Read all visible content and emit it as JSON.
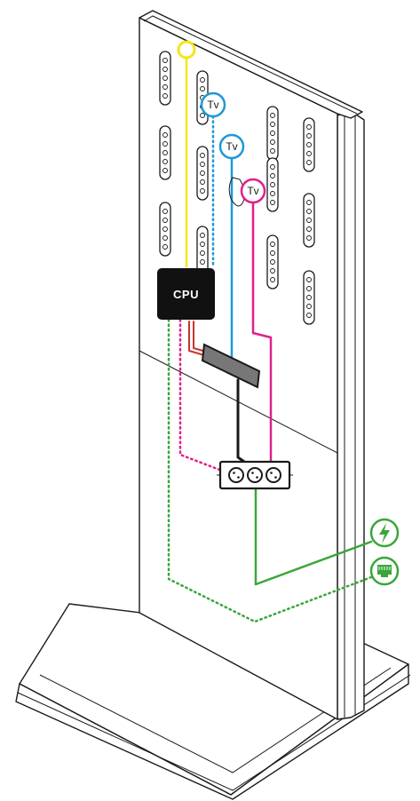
{
  "diagram": {
    "cpu_label": "CPU",
    "tv_labels": [
      "Tv",
      "Tv",
      "Tv"
    ],
    "colors": {
      "yellow_cable": "#f5e51a",
      "cyan_cable": "#1d9ad6",
      "magenta_cable": "#e0208c",
      "green_cable": "#3aa63a",
      "red_cable": "#c8342c",
      "outline": "#1a1a1a",
      "cpu_fill": "#111111",
      "switch_fill": "#777777"
    },
    "icons": {
      "power": "power-lightning-icon",
      "network": "ethernet-port-icon",
      "outlets": "power-strip-outlets-icon"
    }
  }
}
